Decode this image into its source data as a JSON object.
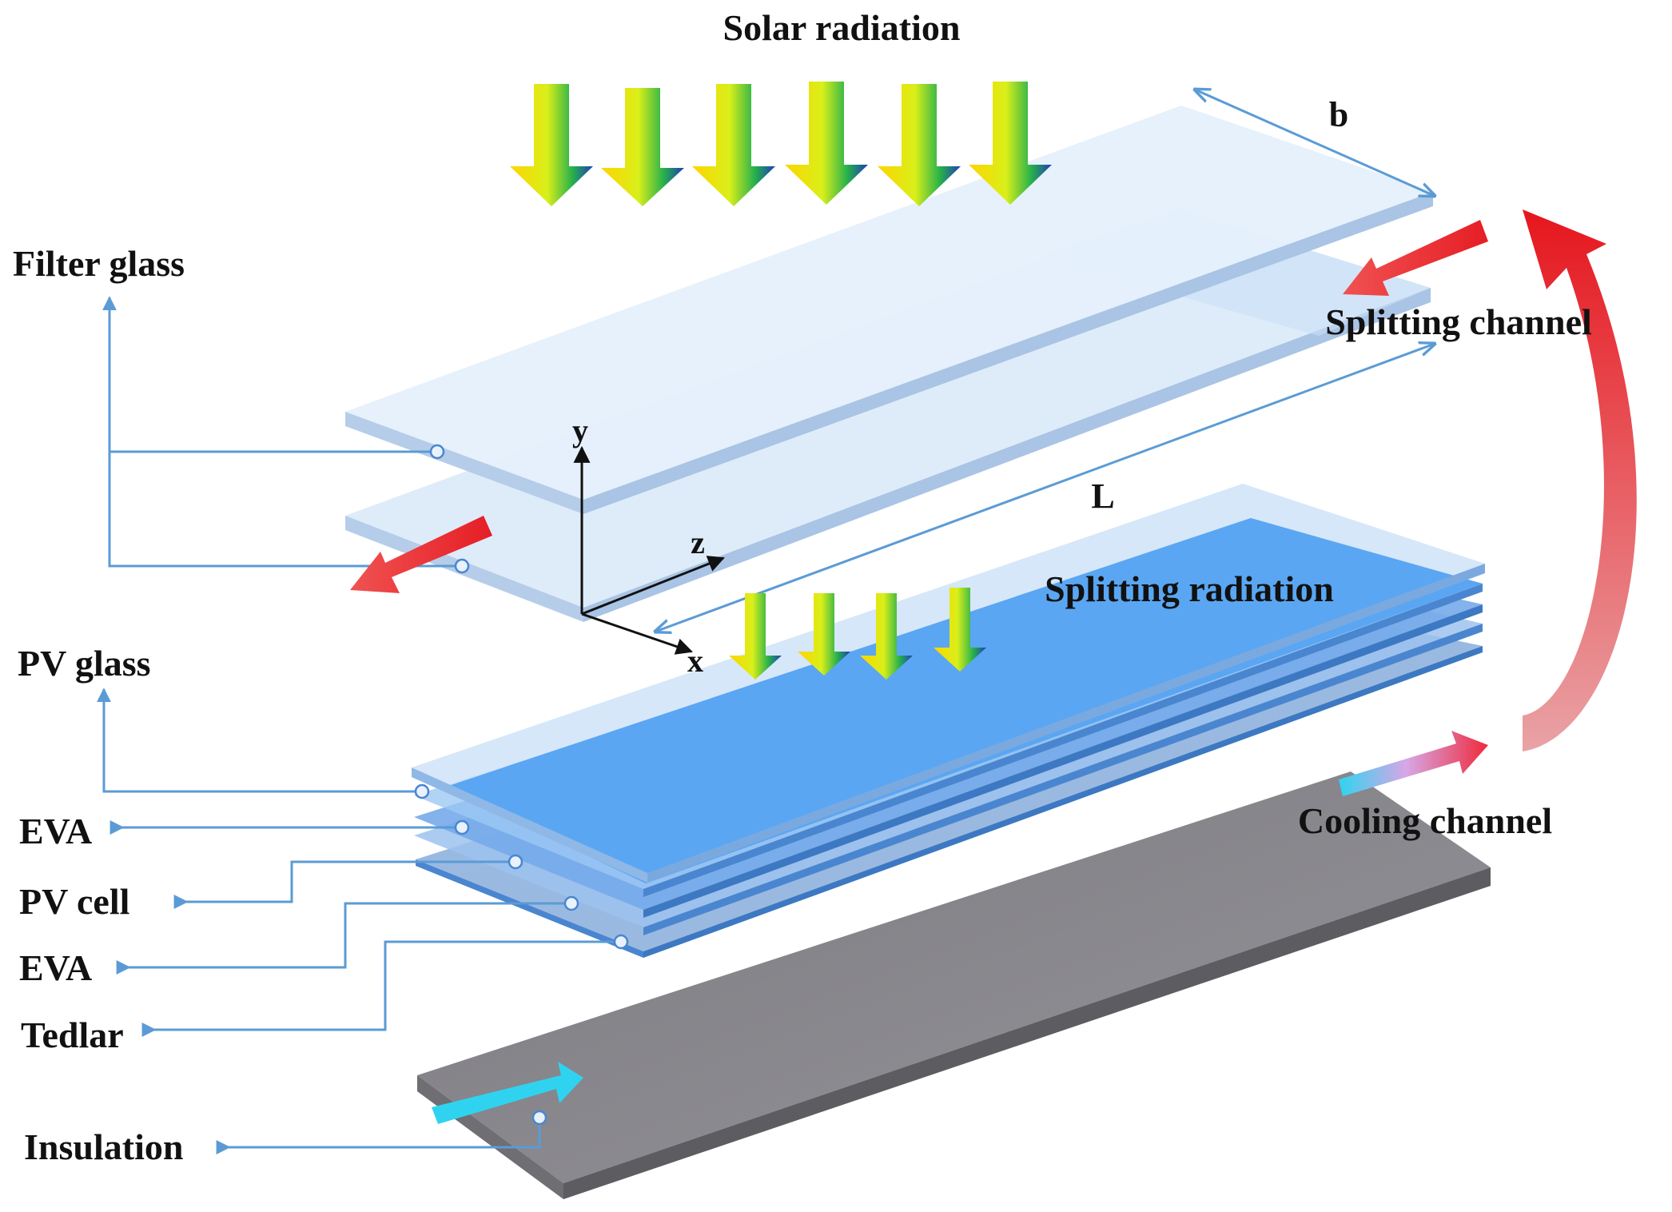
{
  "labels": {
    "solar_radiation": "Solar radiation",
    "splitting_radiation": "Splitting radiation",
    "splitting_channel": "Splitting channel",
    "cooling_channel": "Cooling channel",
    "filter_glass": "Filter glass",
    "pv_glass": "PV glass",
    "eva_top": "EVA",
    "pv_cell": "PV cell",
    "eva_bottom": "EVA",
    "tedlar": "Tedlar",
    "insulation": "Insulation"
  },
  "dimensions": {
    "width": "b",
    "length": "L"
  },
  "axes": {
    "x": "x",
    "y": "y",
    "z": "z"
  },
  "colors": {
    "leader": "#5b9bd5",
    "filter_glass_face": "#e2eefb",
    "filter_glass_edge": "#a9c4e4",
    "pv_top_face": "#5aa6f2",
    "pv_layer_edge": "#4a86cf",
    "insulation_face": "#8a898e",
    "insulation_edge": "#6f6e73",
    "hot_arrow": "#ee2b2b",
    "cold_arrow": "#2fd3f0"
  },
  "icons": [
    "solar-ray-arrow",
    "split-ray-arrow",
    "flow-arrow-hot",
    "flow-arrow-cold",
    "return-arc-arrow"
  ]
}
